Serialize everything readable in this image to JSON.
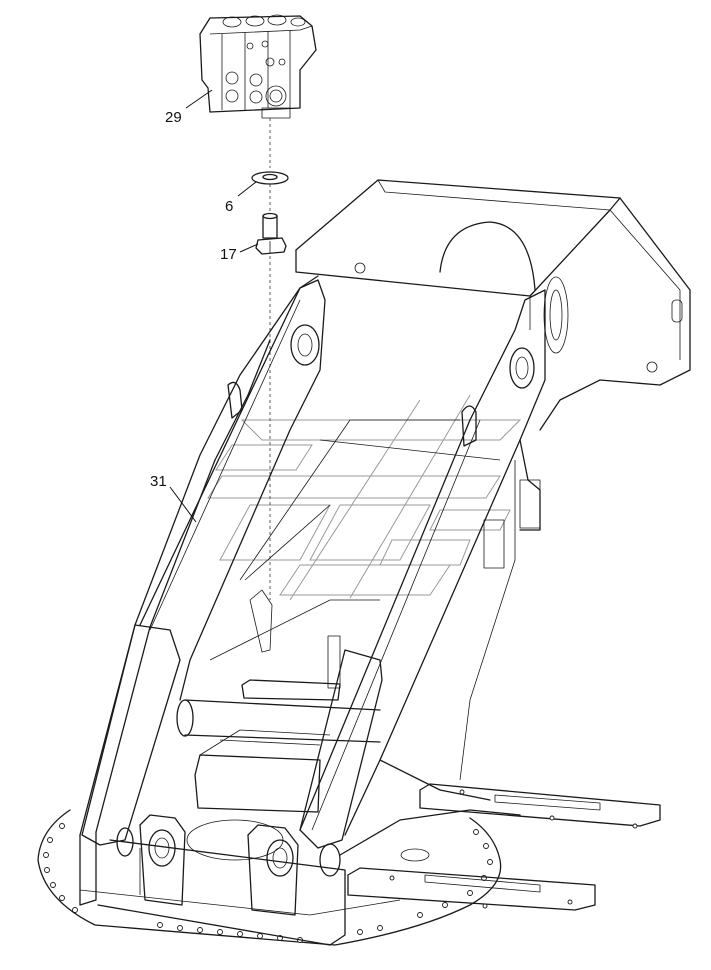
{
  "diagram": {
    "callouts": [
      {
        "id": "29",
        "text": "29"
      },
      {
        "id": "6",
        "text": "6"
      },
      {
        "id": "17",
        "text": "17"
      },
      {
        "id": "31",
        "text": "31"
      }
    ]
  }
}
